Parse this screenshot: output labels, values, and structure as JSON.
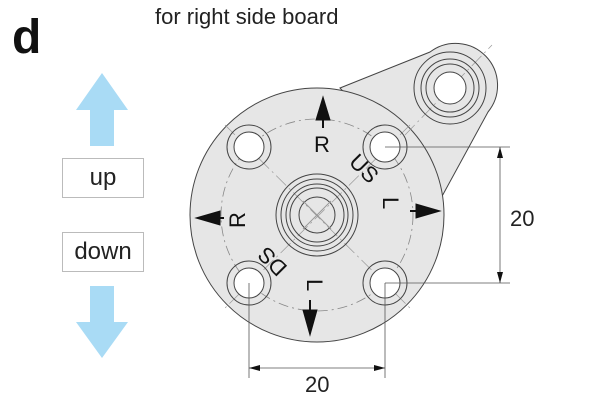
{
  "panel_letter": "d",
  "title": "for right side board",
  "controls": {
    "up_label": "up",
    "down_label": "down"
  },
  "diagram": {
    "labels": {
      "r_top": "R",
      "us": "US",
      "l_right": "L",
      "r_left": "R",
      "ds": "DS",
      "l_bottom": "L"
    },
    "dimensions": {
      "vertical": "20",
      "horizontal": "20"
    }
  },
  "colors": {
    "arrow": "#a9dbf5",
    "plate": "#e6e6e6",
    "line": "#333333"
  }
}
